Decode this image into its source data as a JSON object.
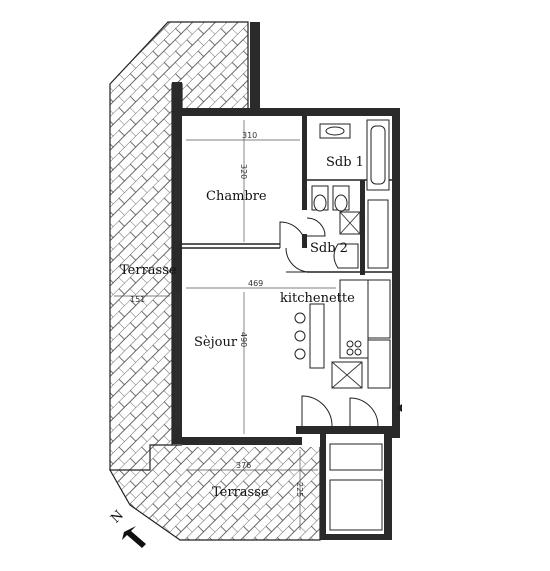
{
  "rooms": {
    "chambre": "Chambre",
    "sdb1": "Sdb 1",
    "sdb2": "Sdb 2",
    "kitchenette": "kitchenette",
    "sejour": "Sèjour",
    "terrasse_west": "Terrasse",
    "terrasse_south": "Terrasse"
  },
  "dimensions": {
    "chambre_width": "310",
    "chambre_depth": "320",
    "sejour_width": "469",
    "sejour_depth": "490",
    "terrasse_west_width": "151",
    "terrasse_south_width": "376",
    "terrasse_south_depth": "225"
  },
  "compass": {
    "north_label": "N"
  }
}
